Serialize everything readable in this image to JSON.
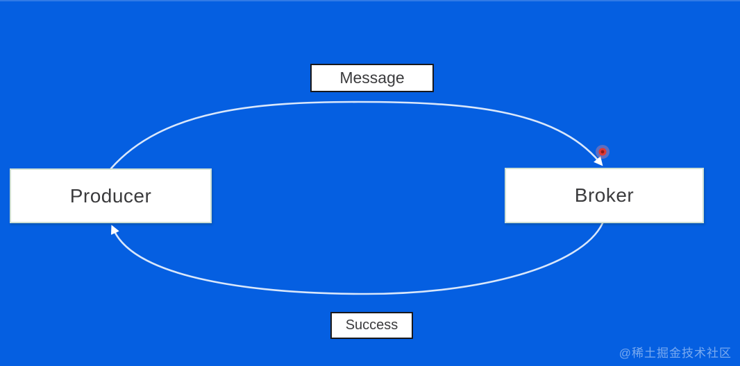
{
  "canvas": {
    "background_color": "#055fe1"
  },
  "diagram": {
    "nodes": [
      {
        "id": "producer",
        "label": "Producer"
      },
      {
        "id": "broker",
        "label": "Broker"
      }
    ],
    "edges": [
      {
        "id": "message",
        "label": "Message",
        "from": "Producer",
        "to": "Broker",
        "position": "top-arc"
      },
      {
        "id": "success",
        "label": "Success",
        "from": "Broker",
        "to": "Producer",
        "position": "bottom-arc"
      }
    ],
    "colors": {
      "background": "#055fe1",
      "arc_stroke": "#d9e7fb",
      "arrowhead_fill": "#ffffff",
      "node_fill": "#ffffff",
      "node_border": "#cfe0d5",
      "edge_label_border": "#18181c",
      "text": "#3b3b3d",
      "pointer_dot": "#e03a34",
      "pointer_dot_core": "#8f1d1a",
      "pointer_dot_glow": "#ff8d86"
    },
    "pointer": {
      "type": "red-dot-pointer"
    }
  },
  "watermark": {
    "text": "@稀土掘金技术社区"
  }
}
